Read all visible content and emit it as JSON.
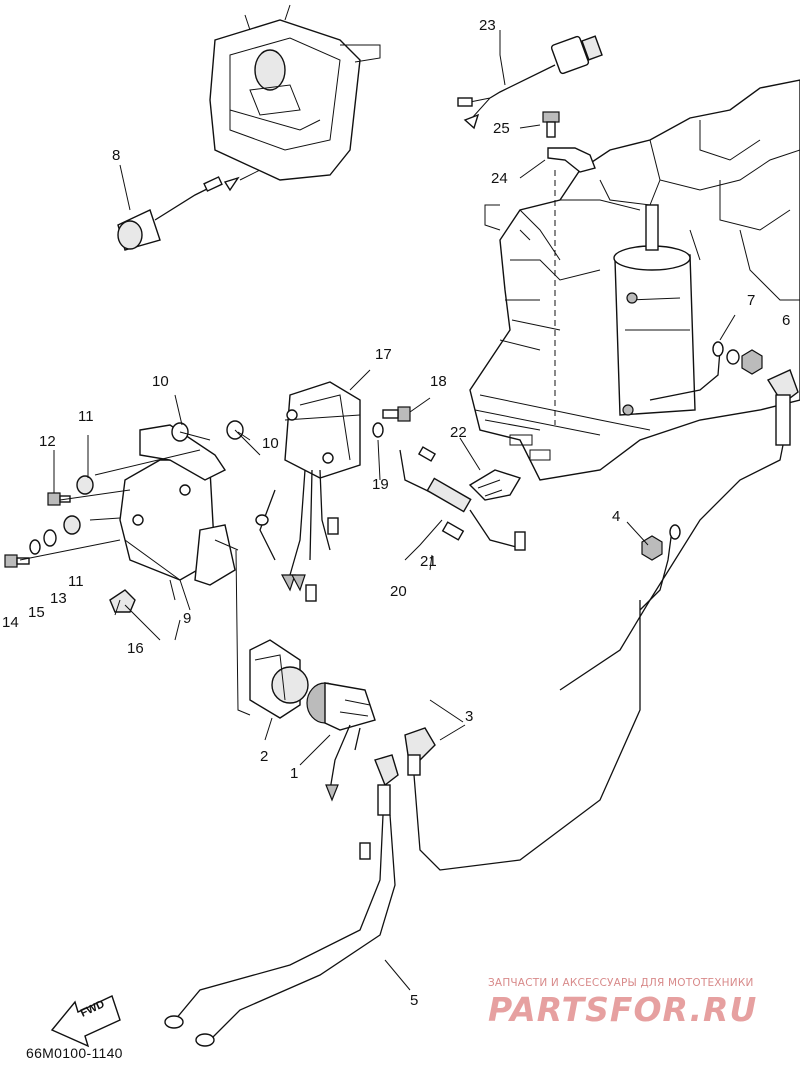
{
  "diagram": {
    "labels": [
      {
        "id": "1",
        "text": "1"
      },
      {
        "id": "2",
        "text": "2"
      },
      {
        "id": "3",
        "text": "3"
      },
      {
        "id": "4",
        "text": "4"
      },
      {
        "id": "5",
        "text": "5"
      },
      {
        "id": "6",
        "text": "6"
      },
      {
        "id": "7",
        "text": "7"
      },
      {
        "id": "8",
        "text": "8"
      },
      {
        "id": "9",
        "text": "9"
      },
      {
        "id": "10a",
        "text": "10"
      },
      {
        "id": "10b",
        "text": "10"
      },
      {
        "id": "11a",
        "text": "11"
      },
      {
        "id": "11b",
        "text": "11"
      },
      {
        "id": "12",
        "text": "12"
      },
      {
        "id": "13",
        "text": "13"
      },
      {
        "id": "14",
        "text": "14"
      },
      {
        "id": "15",
        "text": "15"
      },
      {
        "id": "16",
        "text": "16"
      },
      {
        "id": "17",
        "text": "17"
      },
      {
        "id": "18",
        "text": "18"
      },
      {
        "id": "19",
        "text": "19"
      },
      {
        "id": "20",
        "text": "20"
      },
      {
        "id": "21",
        "text": "21"
      },
      {
        "id": "22",
        "text": "22"
      },
      {
        "id": "23",
        "text": "23"
      },
      {
        "id": "24",
        "text": "24"
      },
      {
        "id": "25",
        "text": "25"
      }
    ],
    "fwd_label": "FWD",
    "reference_code": "66M0100-1140"
  },
  "watermark": {
    "tagline": "ЗАПЧАСТИ И АКСЕССУАРЫ ДЛЯ МОТОТЕХНИКИ",
    "logo": "PARTSFOR.RU"
  }
}
